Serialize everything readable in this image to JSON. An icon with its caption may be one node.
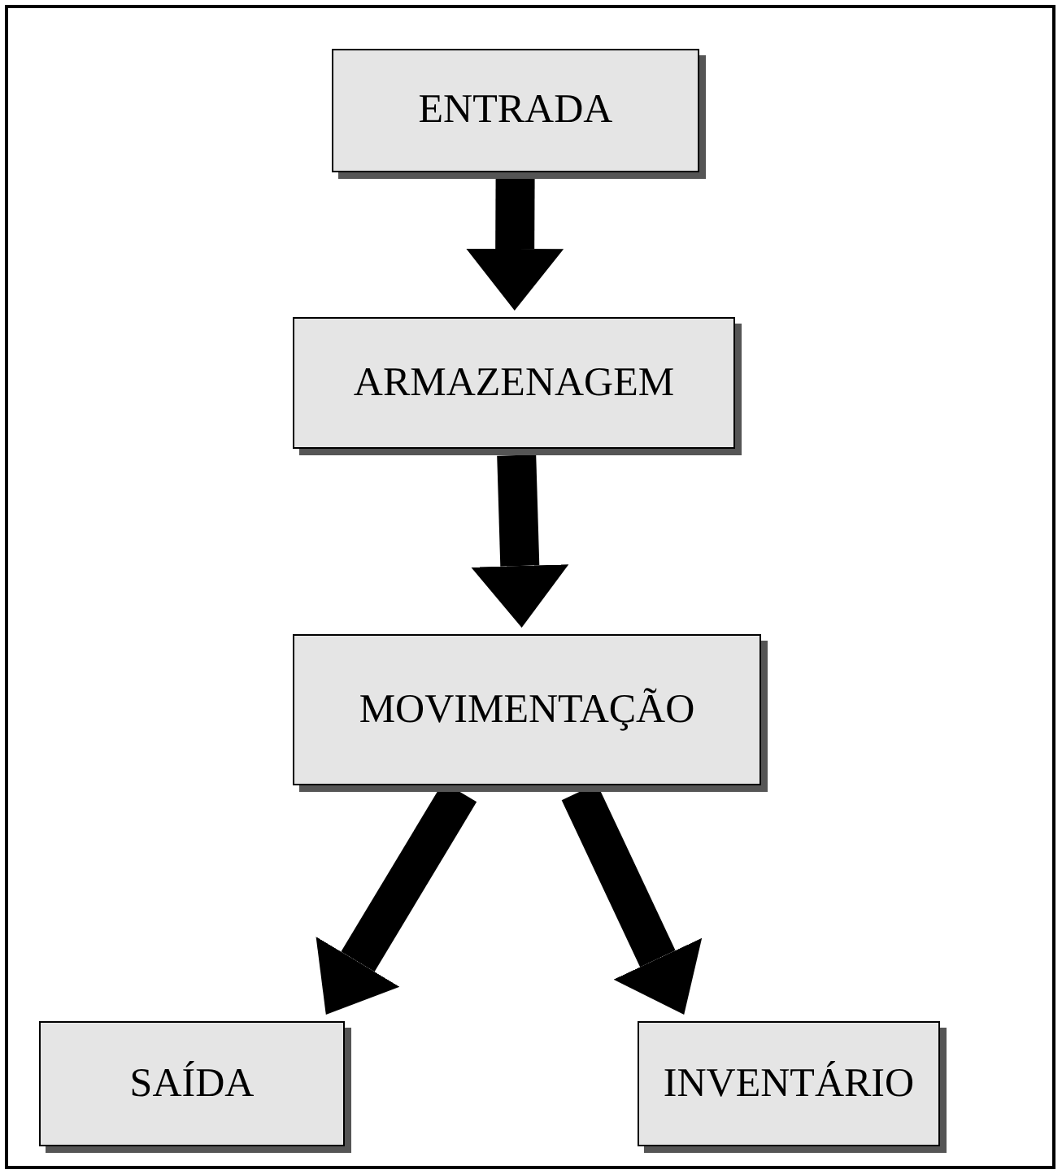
{
  "diagram": {
    "nodes": [
      {
        "text": [
          "ENTRADA"
        ]
      },
      {
        "text": [
          "ARMAZENAGEM"
        ]
      },
      {
        "text": [
          "MOVIMENTAÇÃO"
        ]
      },
      {
        "text": [
          "SAÍDA"
        ]
      },
      {
        "text": [
          "INVENTÁRIO"
        ]
      }
    ],
    "edges": [
      {
        "from": 0,
        "to": 1,
        "arrow": "to"
      },
      {
        "from": 1,
        "to": 2,
        "arrow": "to"
      },
      {
        "from": 2,
        "to": 3,
        "arrow": "to"
      },
      {
        "from": 2,
        "to": 4,
        "arrow": "to"
      }
    ]
  }
}
